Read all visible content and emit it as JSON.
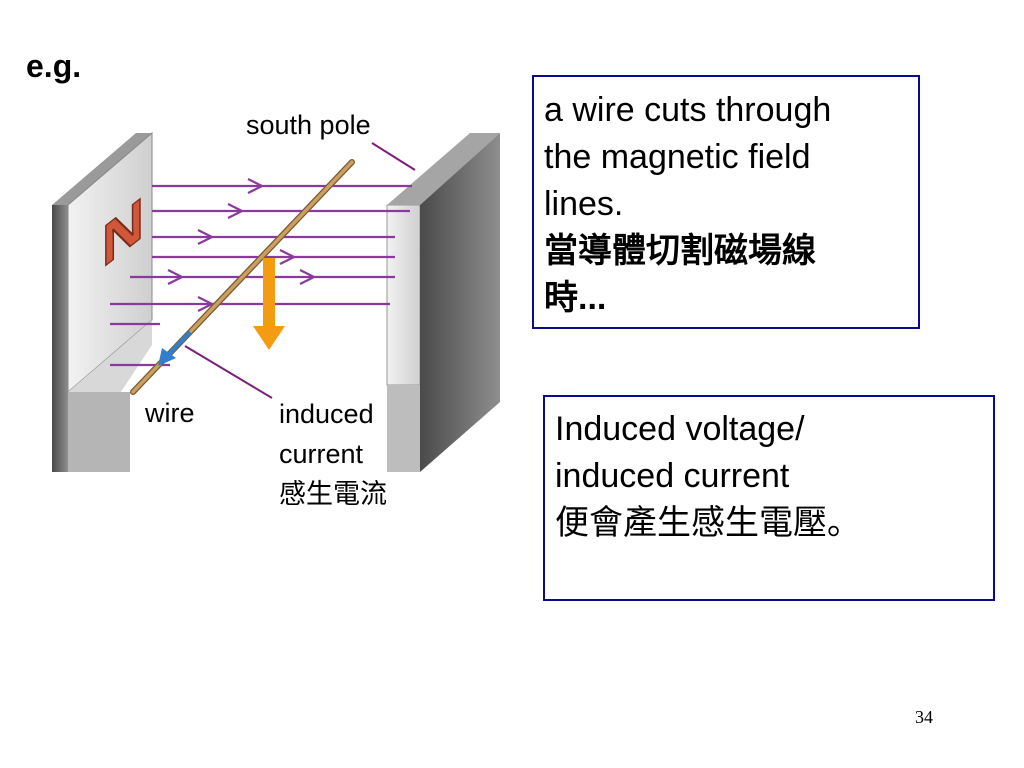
{
  "heading": "e.g.",
  "diagram": {
    "labels": {
      "south_pole": "south pole",
      "wire": "wire",
      "induced_current_en_line1": "induced",
      "induced_current_en_line2": "current",
      "induced_current_zh": "感生電流"
    },
    "pole_letter": "N",
    "colors": {
      "field_lines": "#8a3a9e",
      "wire": "#c9a062",
      "current_arrow": "#2f7fd1",
      "motion_arrow": "#f39c12",
      "magnet_face": "#e4e4e4",
      "magnet_side": "#6e6e6e",
      "pole_letter": "#d0573a"
    }
  },
  "box1": {
    "line1": "a wire cuts through",
    "line2": "the magnetic field",
    "line3": "lines.",
    "line4": "當導體切割磁場線",
    "line5": "時..."
  },
  "box2": {
    "line1": "Induced voltage/",
    "line2": "induced current",
    "line3": "便會產生感生電壓。"
  },
  "page_number": "34"
}
